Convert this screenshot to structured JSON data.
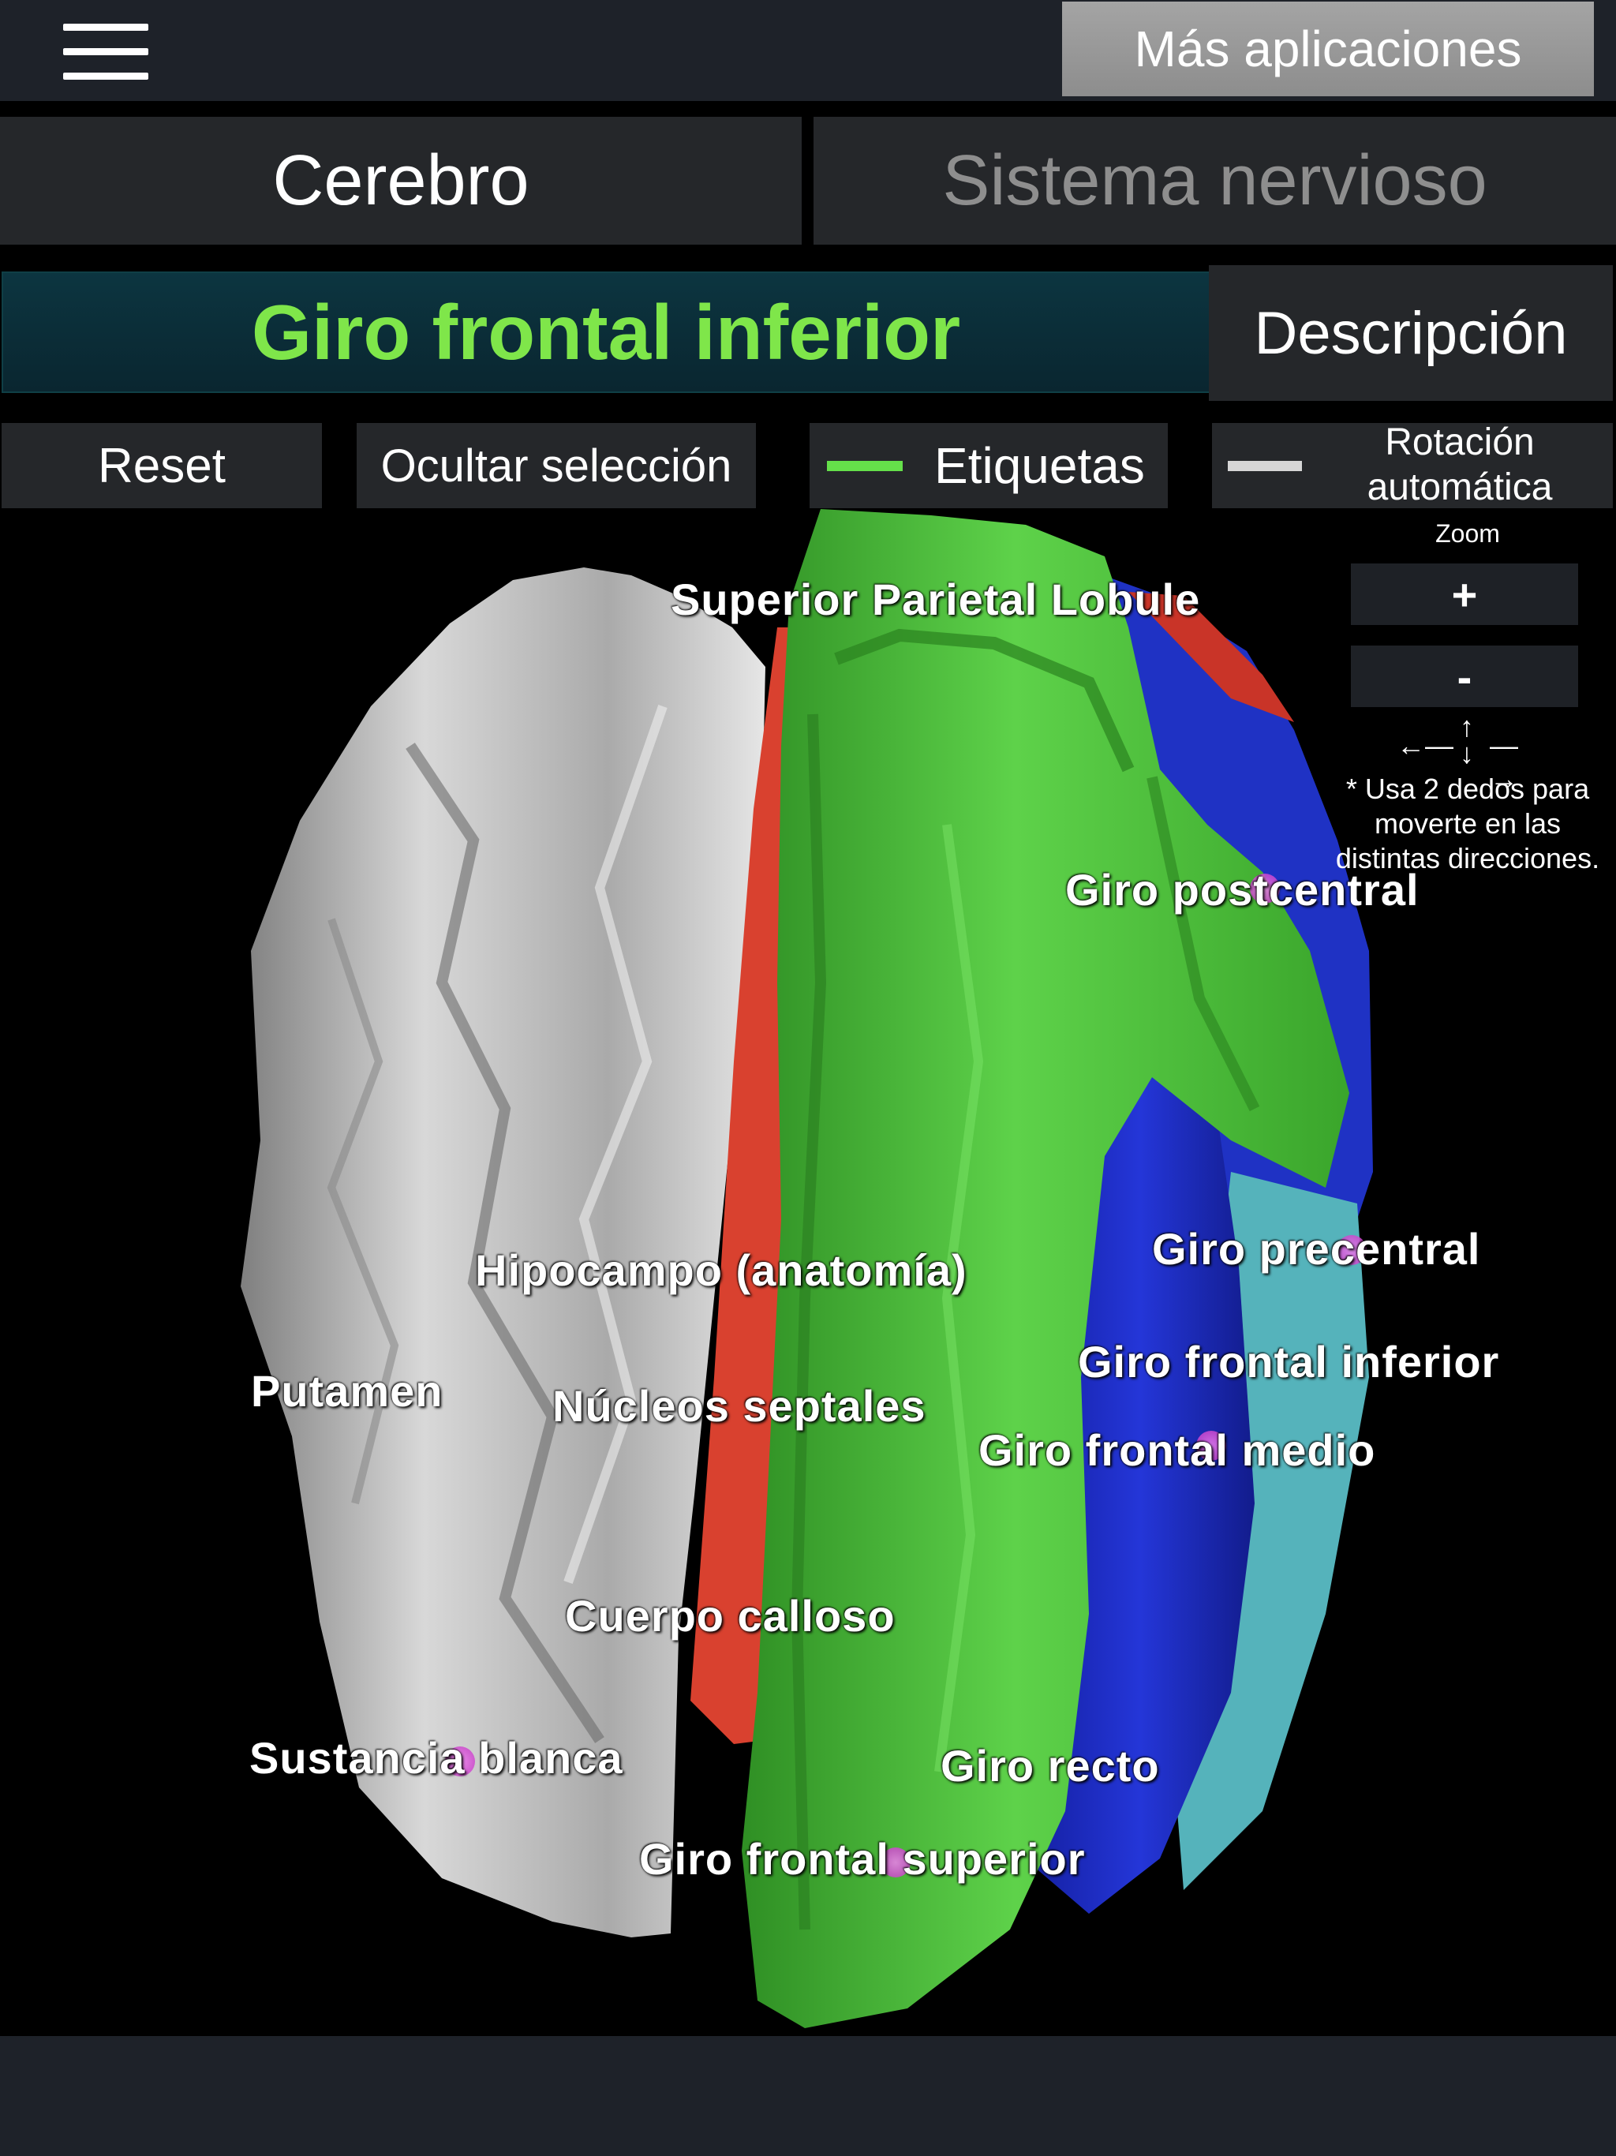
{
  "header": {
    "menu_icon": "hamburger-menu-icon",
    "more_apps_label": "Más aplicaciones"
  },
  "tabs": [
    {
      "label": "Cerebro",
      "active": true
    },
    {
      "label": "Sistema nervioso",
      "active": false
    }
  ],
  "selection": {
    "title": "Giro frontal inferior",
    "description_label": "Descripción"
  },
  "controls": {
    "reset_label": "Reset",
    "hide_selection_label": "Ocultar selección",
    "labels_label": "Etiquetas",
    "labels_on": true,
    "autorotate_label_1": "Rotación",
    "autorotate_label_2": "automática",
    "autorotate_on": false
  },
  "zoom": {
    "title": "Zoom",
    "plus_label": "+",
    "minus_label": "-",
    "hint_line1": "* Usa 2 dedos para",
    "hint_line2": "moverte en las",
    "hint_line3": "distintas direcciones."
  },
  "model_labels": {
    "superior_parietal": "Superior Parietal Lobule",
    "postcentral": "Giro postcentral",
    "precentral": "Giro precentral",
    "frontal_inferior": "Giro frontal inferior",
    "frontal_medio": "Giro frontal medio",
    "hipocampo": "Hipocampo (anatomía)",
    "putamen": "Putamen",
    "septales": "Núcleos septales",
    "calloso": "Cuerpo calloso",
    "sustancia": "Sustancia blanca",
    "recto": "Giro recto",
    "frontal_superior": "Giro frontal superior"
  },
  "colors": {
    "title_green": "#7fe64a",
    "white_matter": "#bdbdbd",
    "red_region": "#e04432",
    "green_region": "#4ec23a",
    "blue_region": "#1c2fc8",
    "teal_region": "#4fb0b8",
    "pin": "#d040d0"
  }
}
